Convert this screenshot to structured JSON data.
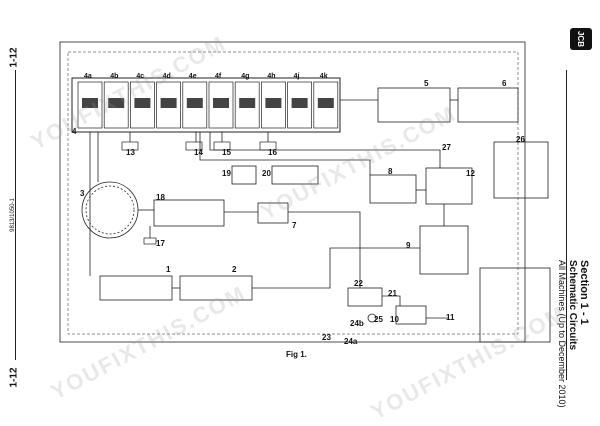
{
  "page": {
    "page_number": "1-12",
    "doc_code": "9813/1050-1",
    "fig_caption": "Fig 1.",
    "section": "Section 1 - 1",
    "title": "Schematic Circuits",
    "subtitle": "All Machines (Up to December 2010)",
    "logo": "JCB",
    "watermark": "YOUFIXTHIS.COM"
  },
  "diagram": {
    "spool_labels": [
      "4a",
      "4b",
      "4c",
      "4d",
      "4e",
      "4f",
      "4g",
      "4h",
      "4j",
      "4k"
    ],
    "component_labels": [
      "1",
      "2",
      "3",
      "4",
      "5",
      "6",
      "7",
      "8",
      "9",
      "10",
      "11",
      "12",
      "13",
      "14",
      "15",
      "16",
      "17",
      "18",
      "19",
      "20",
      "21",
      "22",
      "23",
      "24a",
      "24b",
      "25",
      "26",
      "27"
    ]
  },
  "colors": {
    "line": "#222222",
    "watermark": "#bdbdbd"
  }
}
